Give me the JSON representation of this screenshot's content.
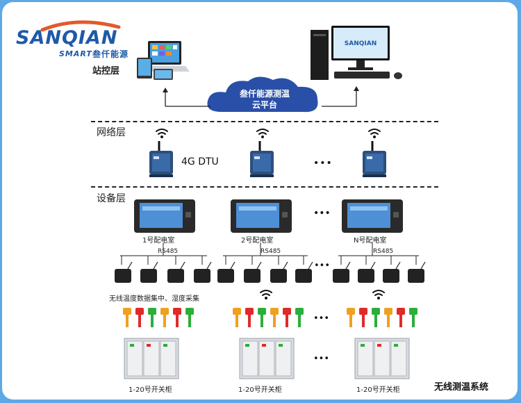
{
  "logo": {
    "brand": "SANQIAN",
    "sub_en": "SMART",
    "sub_cn": "叁仟能源"
  },
  "layers": {
    "station": "站控层",
    "network": "网络层",
    "device": "设备层"
  },
  "cloud": {
    "line1": "叁仟能源测温",
    "line2": "云平台"
  },
  "dtu": {
    "label": "4G DTU"
  },
  "rooms": [
    "1号配电室",
    "2号配电室",
    "N号配电室"
  ],
  "bus": {
    "label": "RS485"
  },
  "collector_note": "无线温度数据集中、湿度采集",
  "cabinet_label": "1-20号开关柜",
  "ellipsis": "•••",
  "footer": {
    "title": "无线测温系统"
  },
  "colors": {
    "frame": "#5fa8e8",
    "cloud": "#2a4fa8",
    "brand": "#1e5aa8",
    "accent": "#e25a2b"
  }
}
